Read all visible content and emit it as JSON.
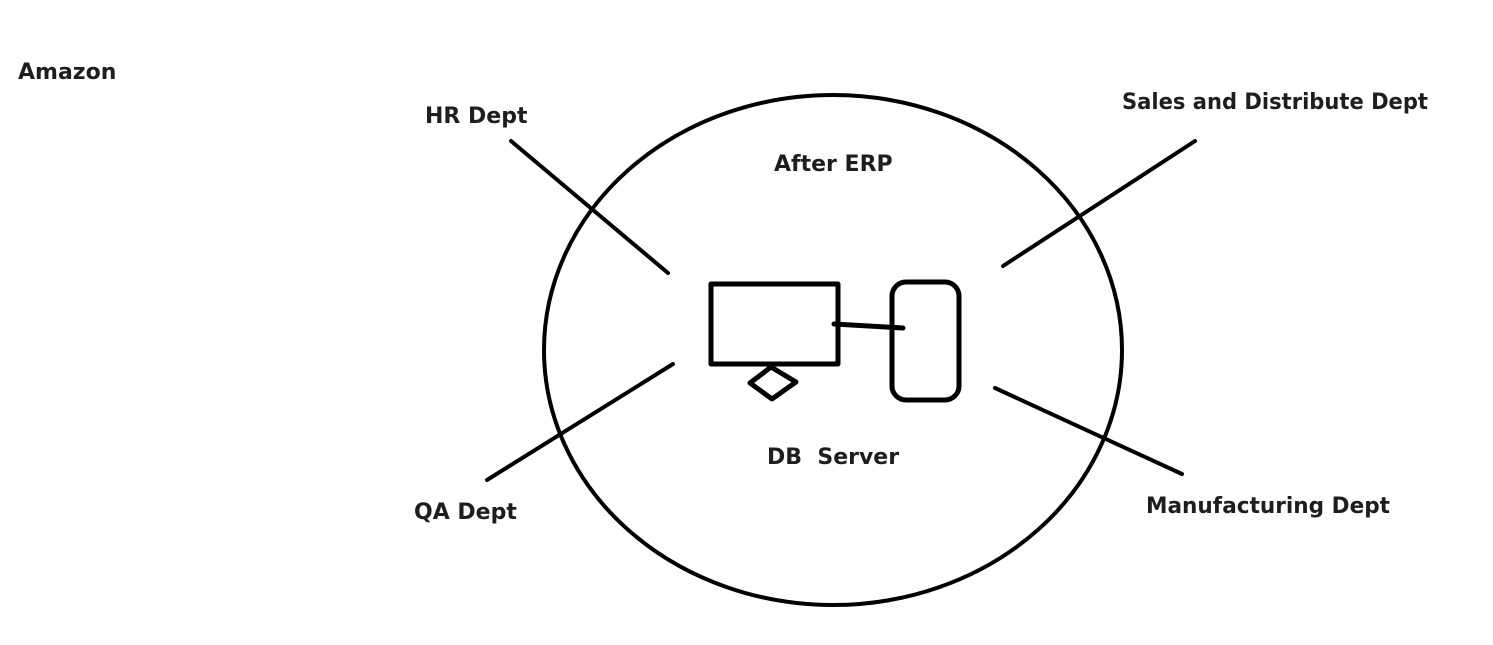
{
  "labels": {
    "company": "Amazon",
    "hr": "HR Dept",
    "center_title": "After ERP",
    "sales": "Sales and Distribute Dept",
    "qa": "QA Dept",
    "server": "DB  Server",
    "manufacturing": "Manufacturing Dept"
  },
  "colors": {
    "background": "#ffffff",
    "stroke": "#000000",
    "text": "#1e1e1e"
  }
}
